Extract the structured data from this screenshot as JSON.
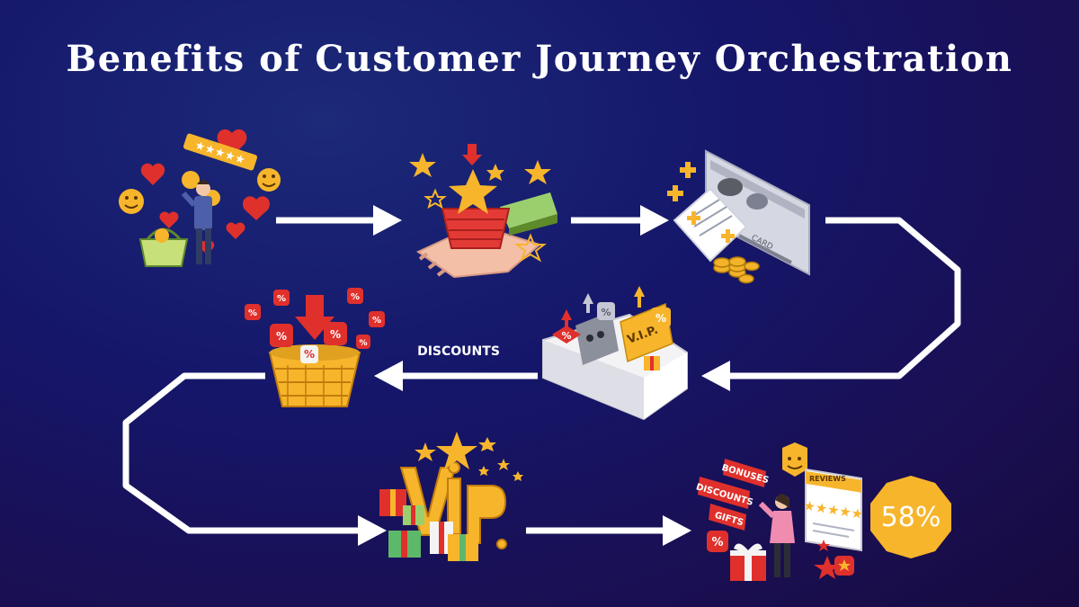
{
  "title": "Benefits of Customer Journey Orchestration",
  "labels": {
    "discounts_arrow": "DISCOUNTS",
    "card": "CARD",
    "vip_tag": "V.I.P.",
    "bonuses": "BONUSES",
    "discounts_tag": "DISCOUNTS",
    "gifts": "GIFTS",
    "reviews": "REVIEWS",
    "percent_badge": "58%"
  },
  "colors": {
    "background": "#15166a",
    "arrow": "#ffffff",
    "accent_yellow": "#f7b52c",
    "accent_red": "#d8322f"
  }
}
